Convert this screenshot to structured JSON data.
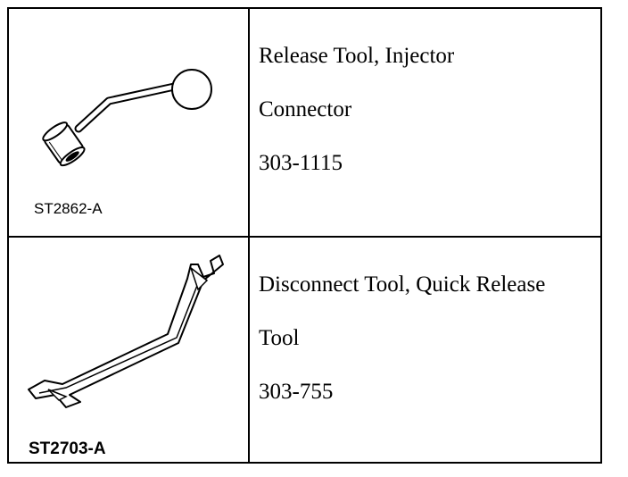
{
  "rows": [
    {
      "figure_code": "ST2862-A",
      "name_line1": "Release Tool, Injector",
      "name_line2": "Connector",
      "part_number": "303-1115"
    },
    {
      "figure_code": "ST2703-A",
      "name_line1": "Disconnect Tool, Quick Release",
      "name_line2": "Tool",
      "part_number": "303-755"
    }
  ]
}
